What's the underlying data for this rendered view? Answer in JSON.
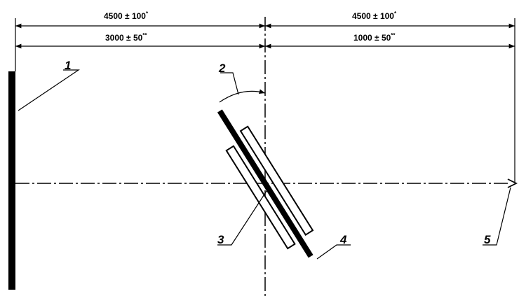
{
  "dimensions": {
    "top_left": {
      "value": "4500 ± 100",
      "mark": "*"
    },
    "top_right": {
      "value": "4500 ± 100",
      "mark": "*"
    },
    "lower_left": {
      "value": "3000 ± 50",
      "mark": "**"
    },
    "lower_right": {
      "value": "1000 ± 50",
      "mark": "**"
    }
  },
  "callouts": {
    "c1": "1",
    "c2": "2",
    "c3": "3",
    "c4": "4",
    "c5": "5"
  }
}
